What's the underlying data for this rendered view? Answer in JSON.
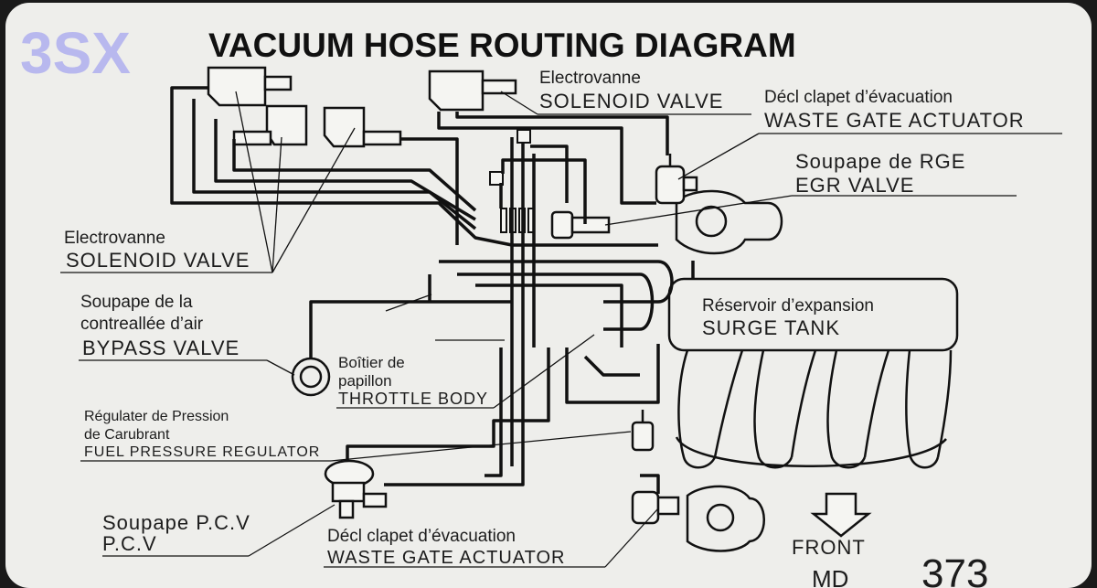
{
  "logo": {
    "text": "3SX",
    "color": "#b8b8ee"
  },
  "title": "VACUUM HOSE ROUTING DIAGRAM",
  "labels": {
    "solenoid_top_fr": "Electrovanne",
    "solenoid_top_en": "SOLENOID VALVE",
    "wastegate_top_fr": "Décl clapet d’évacuation",
    "wastegate_top_en": "WASTE GATE ACTUATOR",
    "egr_fr": "Soupape de RGE",
    "egr_en": "EGR VALVE",
    "solenoid_left_fr": "Electrovanne",
    "solenoid_left_en": "SOLENOID VALVE",
    "surge_fr": "Réservoir d’expansion",
    "surge_en": "SURGE TANK",
    "bypass_fr1": "Soupape de la",
    "bypass_fr2": "contreallée d’air",
    "bypass_en": "BYPASS VALVE",
    "throttle_fr1": "Boîtier de",
    "throttle_fr2": "papillon",
    "throttle_en": "THROTTLE BODY",
    "fuel_fr1": "Régulater de Pression",
    "fuel_fr2": "de Carubrant",
    "fuel_en": "FUEL PRESSURE REGULATOR",
    "pcv_fr": "Soupape P.C.V",
    "pcv_en": "P.C.V",
    "wastegate_bot_fr": "Décl clapet d’évacuation",
    "wastegate_bot_en": "WASTE GATE ACTUATOR",
    "front": "FRONT",
    "part_prefix": "MD",
    "part_number": "373"
  },
  "colors": {
    "label_bg": "#eeeeeb",
    "background": "#1a1a1a",
    "ink": "#1c1c1c",
    "logo": "#b8b8ee"
  }
}
